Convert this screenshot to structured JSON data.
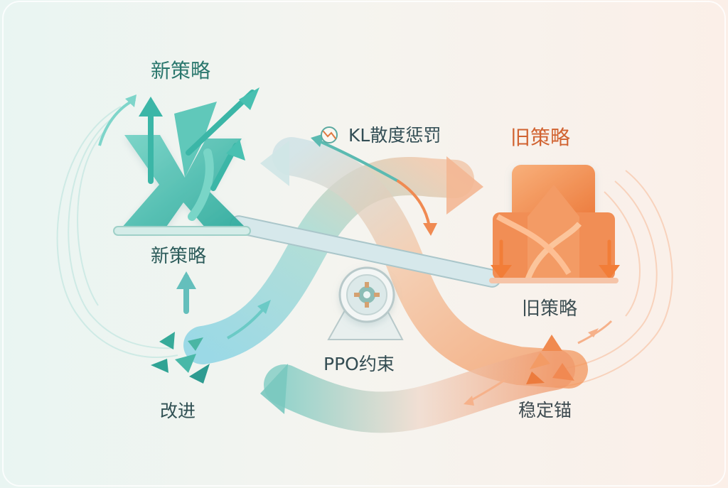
{
  "diagram": {
    "new_policy_title": "新策略",
    "new_policy_label": "新策略",
    "old_policy_title": "旧策略",
    "old_policy_label": "旧策略",
    "kl_penalty": "KL散度惩罚",
    "ppo_constraint": "PPO约束",
    "improvement": "改进",
    "stable_anchor": "稳定锚"
  },
  "colors": {
    "teal": "#36b8aa",
    "orange": "#f28a4e",
    "gray": "#c9d4d6"
  }
}
